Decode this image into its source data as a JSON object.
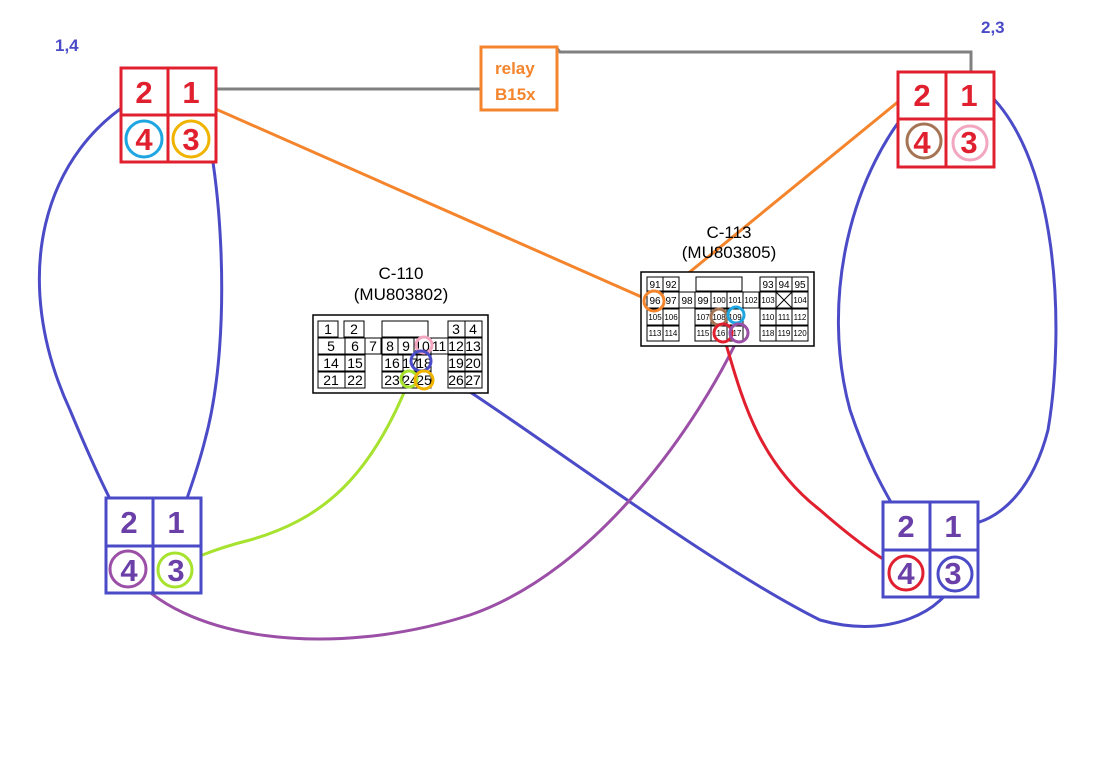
{
  "labels": {
    "group_left": "1,4",
    "group_right": "2,3"
  },
  "relay": {
    "line1": "relay",
    "line2": "B15x"
  },
  "colors": {
    "red": "#e0202f",
    "blue": "#4b4bc8",
    "orange": "#f4852d",
    "gray": "#808080",
    "purple": "#9b4fa6",
    "lime": "#a6e22e",
    "cyan": "#1fa6e0",
    "gold": "#f0b400",
    "brown": "#a57454",
    "pink": "#f2a6c0"
  },
  "blocks": {
    "top_left": {
      "p1": "1",
      "p2": "2",
      "p3": "3",
      "p4": "4"
    },
    "top_right": {
      "p1": "1",
      "p2": "2",
      "p3": "3",
      "p4": "4"
    },
    "bottom_left": {
      "p1": "1",
      "p2": "2",
      "p3": "3",
      "p4": "4"
    },
    "bottom_right": {
      "p1": "1",
      "p2": "2",
      "p3": "3",
      "p4": "4"
    }
  },
  "c110": {
    "title": "C-110",
    "part": "(MU803802)",
    "row1": [
      "1",
      "2",
      "3",
      "4"
    ],
    "row2": [
      "5",
      "6",
      "7",
      "8",
      "9",
      "10",
      "11",
      "12",
      "13"
    ],
    "row3": [
      "14",
      "15",
      "16",
      "17",
      "18",
      "19",
      "20"
    ],
    "row4": [
      "21",
      "22",
      "23",
      "24",
      "25",
      "26",
      "27"
    ]
  },
  "c113": {
    "title": "C-113",
    "part": "(MU803805)",
    "row1": [
      "91",
      "92",
      "93",
      "94",
      "95"
    ],
    "row2": [
      "96",
      "97",
      "98",
      "99",
      "100",
      "101",
      "102",
      "103",
      "104"
    ],
    "row3": [
      "105",
      "106",
      "107",
      "108",
      "109",
      "110",
      "111",
      "112"
    ],
    "row4": [
      "113",
      "114",
      "115",
      "116",
      "117",
      "118",
      "119",
      "120"
    ]
  }
}
